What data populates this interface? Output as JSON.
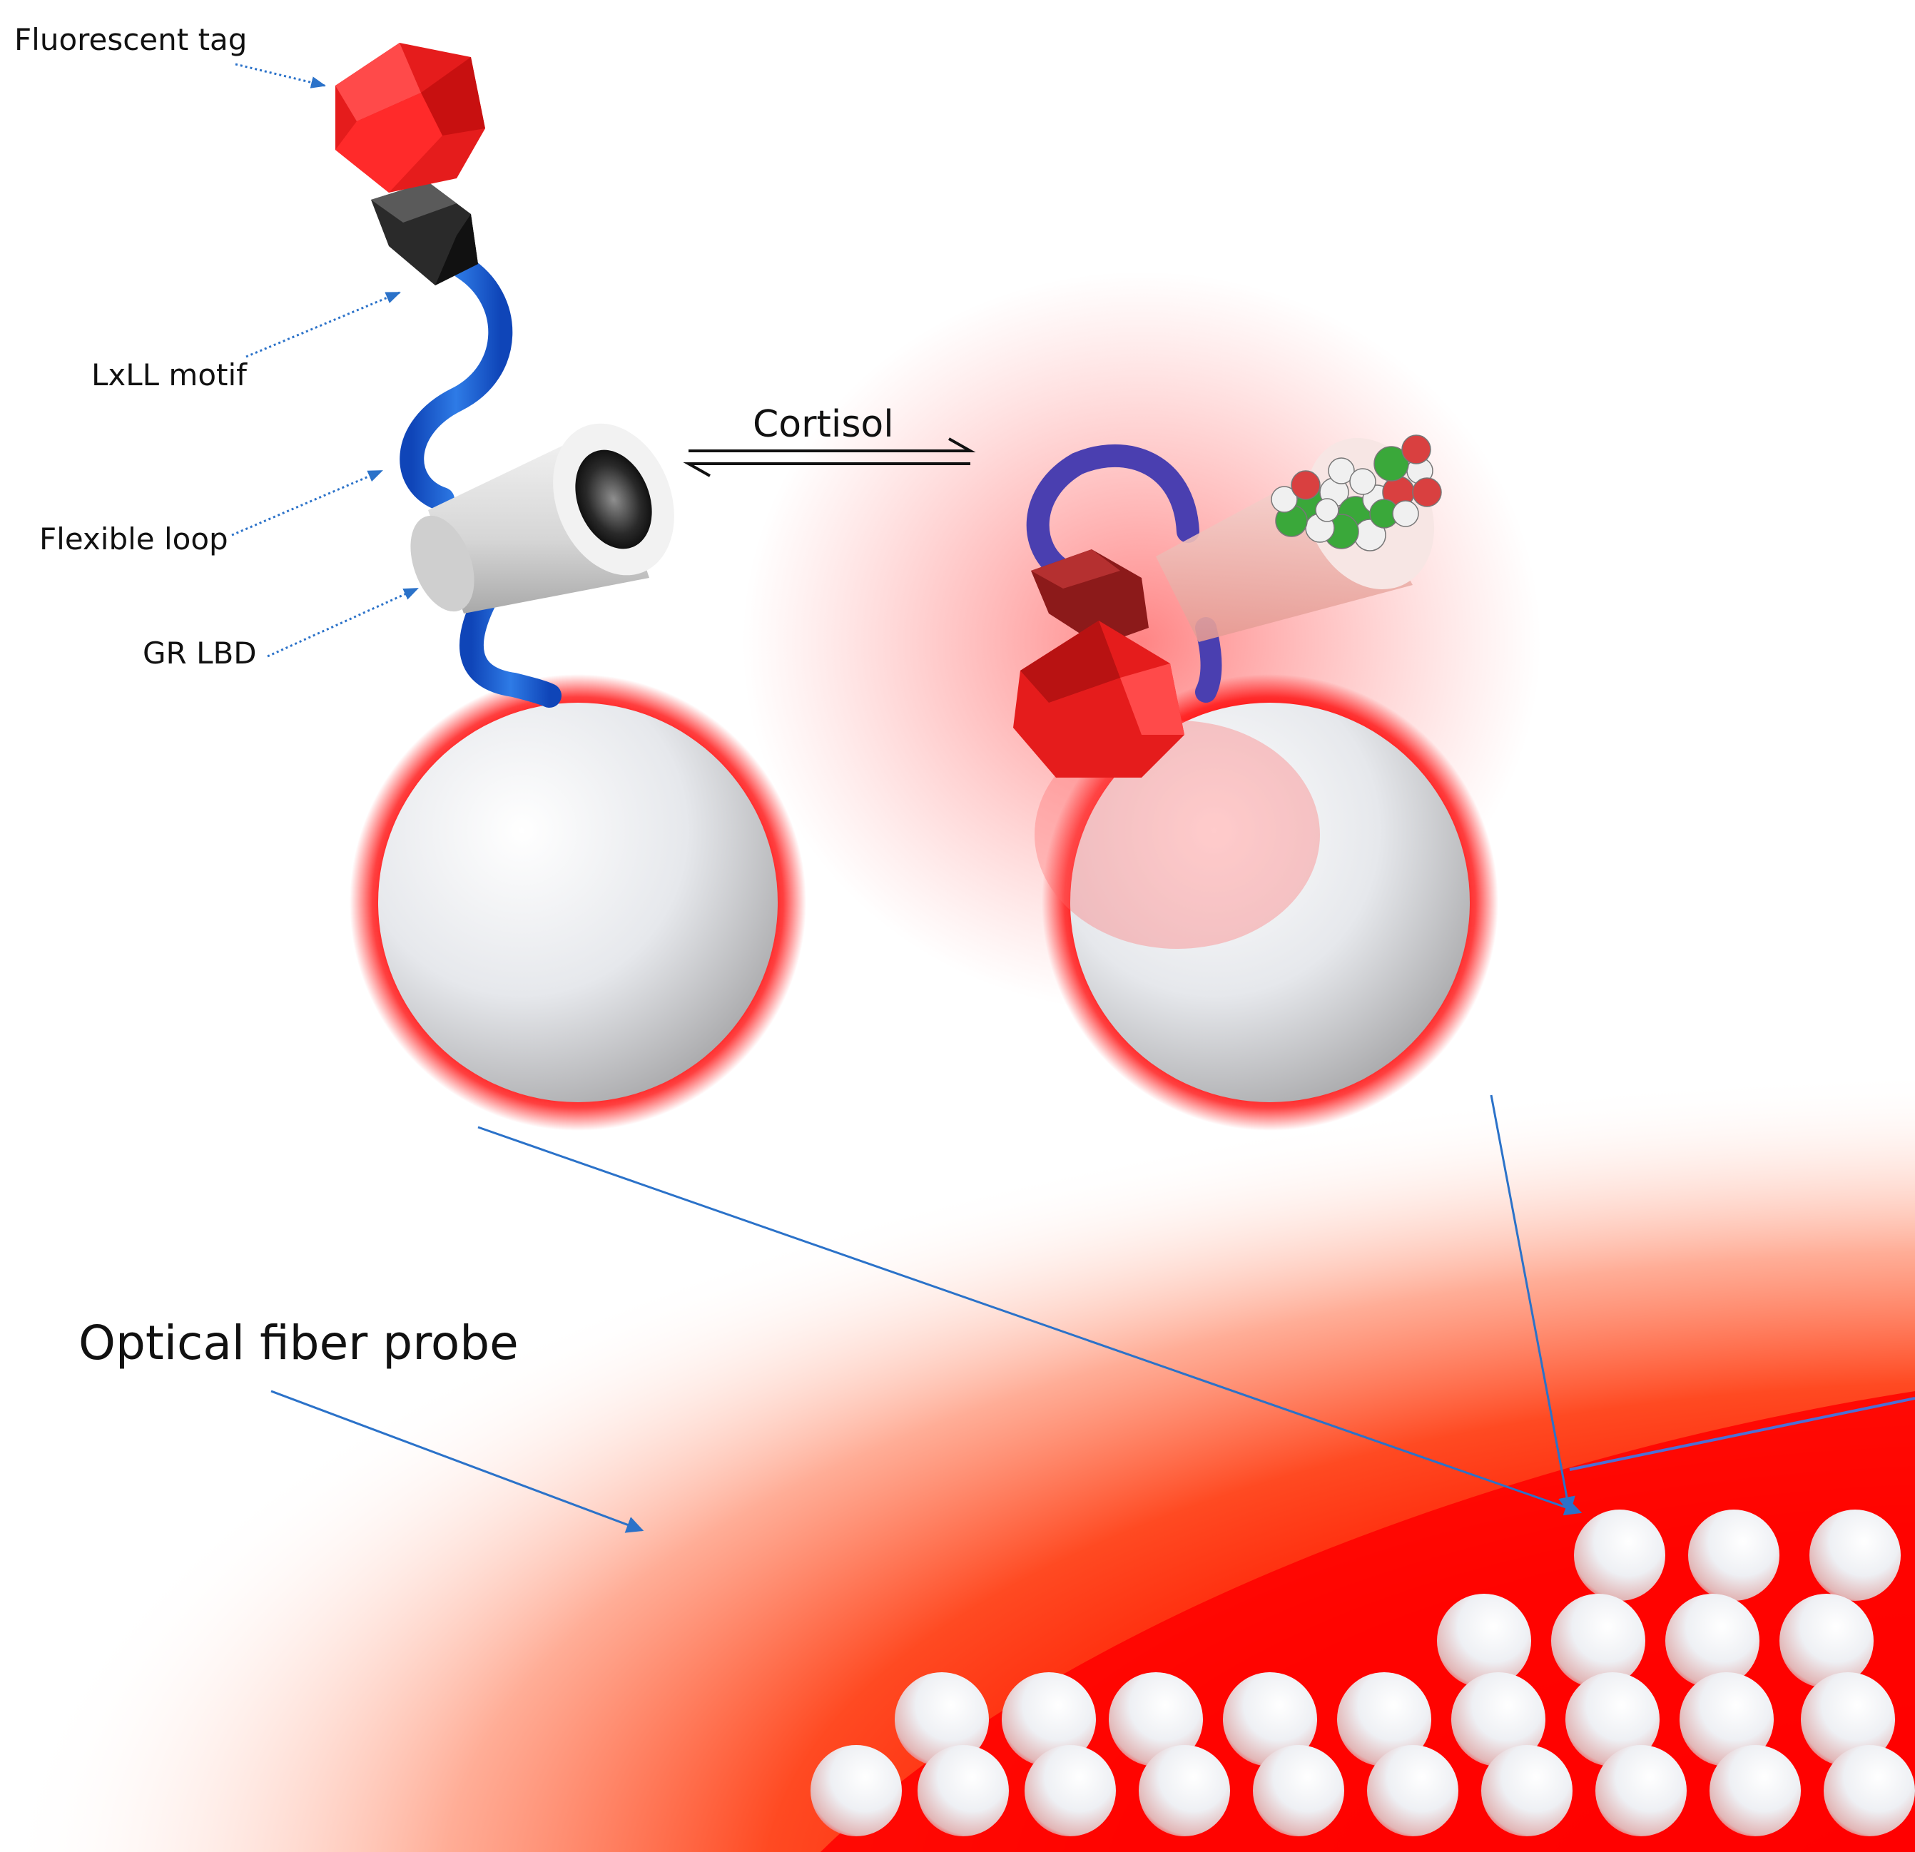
{
  "labels": {
    "fluorescent_tag": "Fluorescent tag",
    "lxll_motif": "LxLL motif",
    "flexible_loop": "Flexible loop",
    "gr_lbd": "GR LBD",
    "cortisol": "Cortisol",
    "optical_fiber_probe": "Optical fiber probe"
  },
  "colors": {
    "glow_red": "#ff0000",
    "tag_red": "#e51c1c",
    "linker_black": "#2a2a2a",
    "loop_blue": "#1f5fd6",
    "loop_purple": "#4a3fb0",
    "bead_white": "#ececec",
    "arrow_blue": "#2b72c9"
  },
  "icons": {
    "tag": "red-polyhedron-icon",
    "linker": "black-hexagonal-prism-icon",
    "receptor": "white-cylinder-icon",
    "ligand": "cortisol-molecule-icon",
    "bead": "microsphere-icon"
  }
}
